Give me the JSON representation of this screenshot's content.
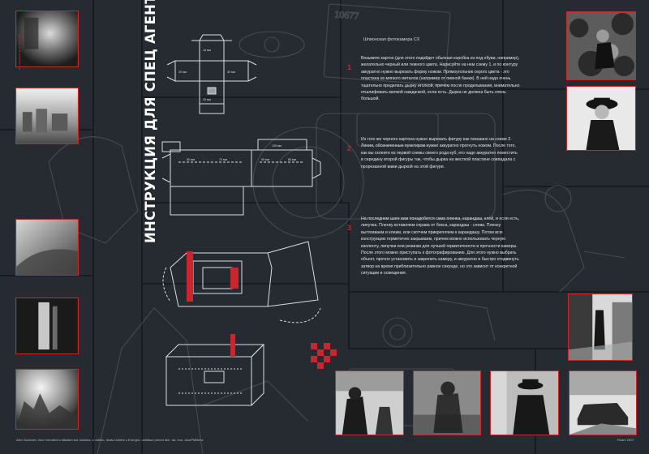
{
  "title": "ИНСТРУКЦИЯ ДЛЯ СПЕЦ АГЕНТОВ",
  "side_label": "инструкция для агентов",
  "caption": "Шпионская фотокамера СX",
  "steps": [
    {
      "number": "1",
      "text": "Возьмите картон (для этого подойдет обычная коробка из под обуви, например), желательно черный или темного цвета. Нарисуйте на нем схему 1, и по контуру аккуратно нужно вырезать форму ножом. Прямоугольник серого цвета - это пластина из мягкого металла (например от пивной банки). В ней надо очень тщательно проделать дырку иголкой, причем после проделывания, внимательно отшлифовать мелкой наждачкой, если есть. Дырка не должна быть очень большой."
    },
    {
      "number": "2",
      "text": "Из того же черного картона нужно вырезать фигуру как показано на схеме 2. Линии, обозначенные пунктиром нужно аккуратно прогнуть ножом. После того, как вы склеите из первой схемы своего рода куб, его надо аккуратно поместить в середину второй фигуры так, чтобы дырка на жесткой пластине совпадала с прорезанной вами дыркой на этой фигуре."
    },
    {
      "number": "3",
      "text": "На последнем шаге вам понадобится сама пленка, карандаш, клей, и если есть, липучка. Пленку вставляем справа от бокса, карандаш - слева. Пленку вытягиваем и клеим, или скотчем прикрепляем к карандашу. Потом всю конструкцию герметично закрываем, причем можно использовать черную изоленту, липучки или резинки для лучшей герметичности и прочности камеры. После этого можно приступать к фотографированию. Для этого нужно выбрать объект, прочно установить и закрепить камеру, и аккуратно и быстро отодвинуть затвор на время приблизительно равное секунде, но это зависит от конкретной ситуации и освещения."
    }
  ],
  "diagram_labels": {
    "box_top": "1a мм",
    "box_mid_left": "30 мм",
    "box_mid_right": "30 мм",
    "box_bottom": "30 мм",
    "rail_top": "105 мм",
    "rail_a": "50 мм",
    "rail_b": "70 мм",
    "rail_c": "50 мм",
    "rail_d": "65 мм"
  },
  "footer_left": "Alex Gouboev, ekor mendied a dikalam kai. kubiska, u vidhilo, Ilosta Ustelni u Erengru, untillauri preuni dee. da. mol. JosePMillens",
  "footer_right": "Roam 2007",
  "colors": {
    "background": "#262a31",
    "accent": "#c9272d",
    "line": "#cfd3d9",
    "text": "#e6e8ec"
  }
}
